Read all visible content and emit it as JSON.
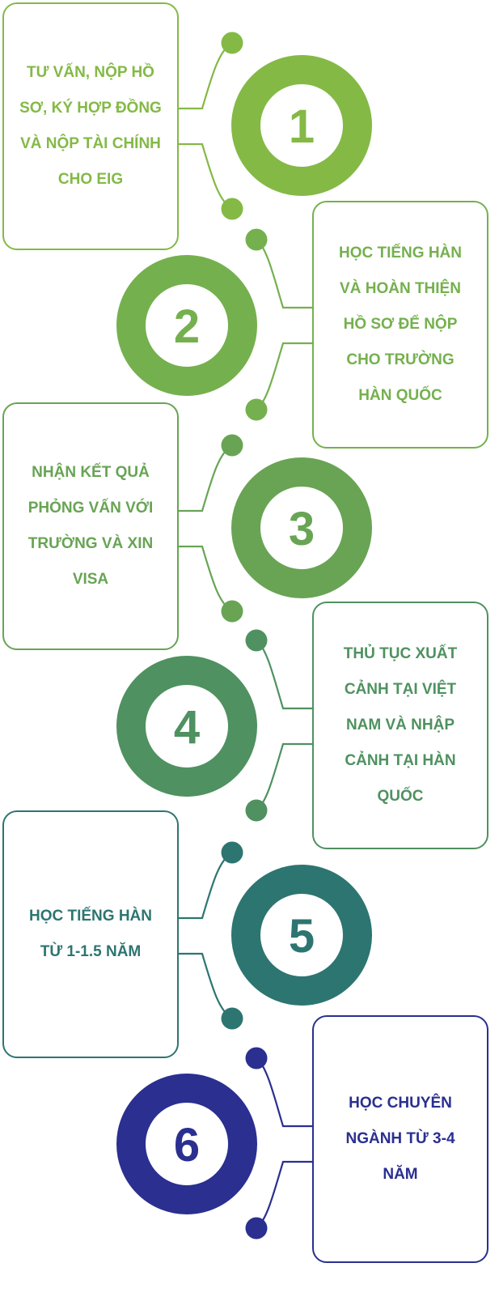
{
  "steps": [
    {
      "number": "1",
      "text": "TƯ VẤN, NỘP HỒ\nSƠ, KÝ HỢP ĐỒNG\nVÀ NỘP TÀI CHÍNH\nCHO  EIG",
      "color": "#84b946"
    },
    {
      "number": "2",
      "text": "HỌC TIẾNG HÀN\nVÀ HOÀN THIỆN\nHỒ SƠ ĐỂ NỘP\nCHO TRƯỜNG\nHÀN QUỐC",
      "color": "#75b04e"
    },
    {
      "number": "3",
      "text": "NHẬN KẾT QUẢ\nPHỎNG VẤN VỚI\nTRƯỜNG VÀ XIN\nVISA",
      "color": "#68a454"
    },
    {
      "number": "4",
      "text": "THỦ TỤC XUẤT\nCẢNH TẠI VIỆT\nNAM VÀ NHẬP\nCẢNH TẠI HÀN\nQUỐC",
      "color": "#4f9160"
    },
    {
      "number": "5",
      "text": "HỌC TIẾNG HÀN\nTỪ 1-1.5 NĂM",
      "color": "#2d7571"
    },
    {
      "number": "6",
      "text": "HỌC CHUYÊN\nNGÀNH TỪ 3-4\nNĂM",
      "color": "#2a2f90"
    }
  ]
}
